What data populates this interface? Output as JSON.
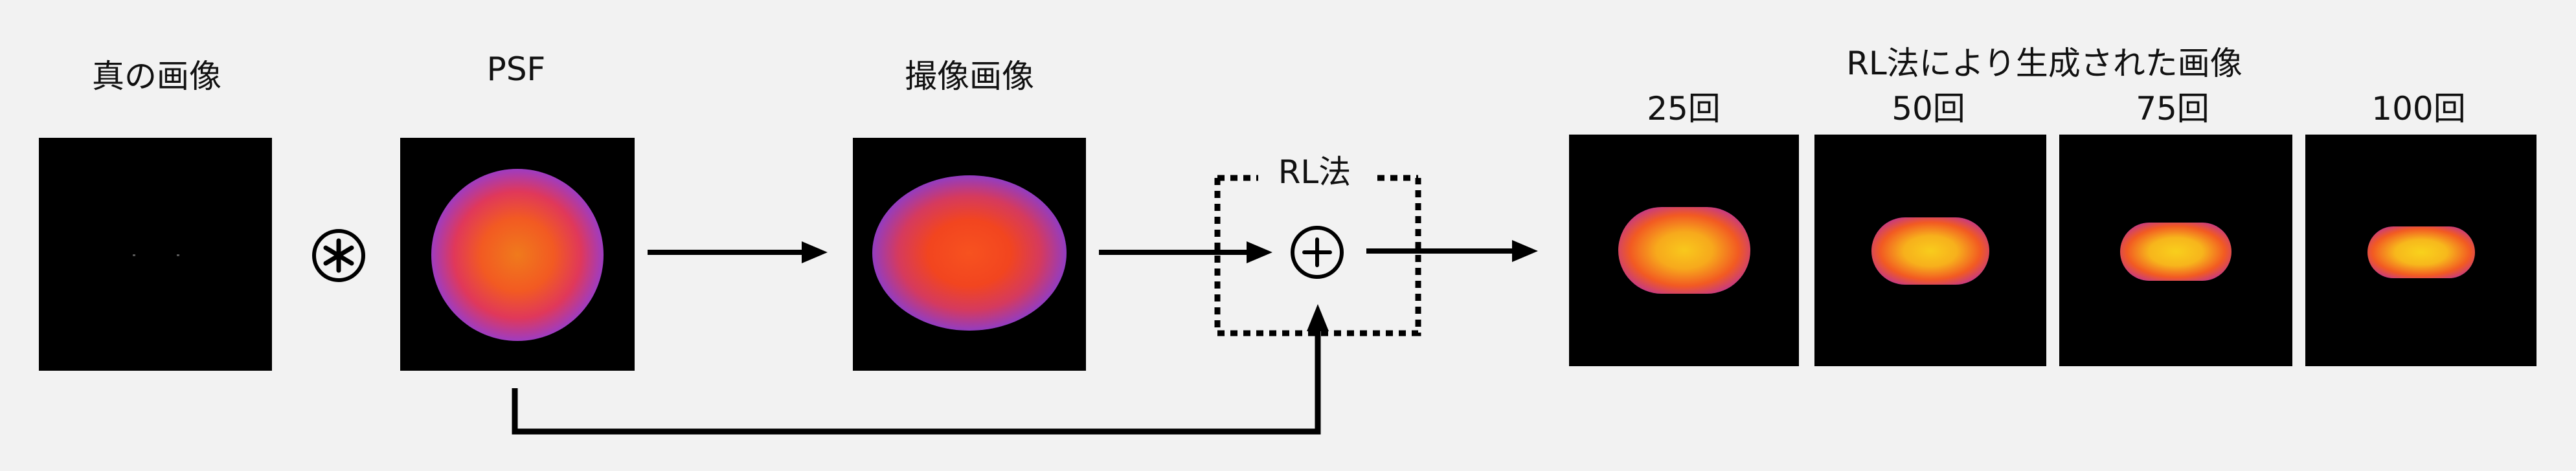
{
  "labels": {
    "true_image": "真の画像",
    "psf": "PSF",
    "captured_image": "撮像画像",
    "rl_method": "RL法",
    "rl_output_title": "RL法により生成された画像",
    "iter_25": "25回",
    "iter_50": "50回",
    "iter_75": "75回",
    "iter_100": "100回"
  },
  "symbols": {
    "convolution": "convolution-operator-icon",
    "rl_operator": "circled-plus-operator-icon"
  },
  "colors": {
    "background": "#f2f2f2",
    "panel": "#000000",
    "arrow": "#000000",
    "heat_outer": "#5a3df0",
    "heat_mid": "#f2451f",
    "heat_inner": "#f7c21a"
  }
}
